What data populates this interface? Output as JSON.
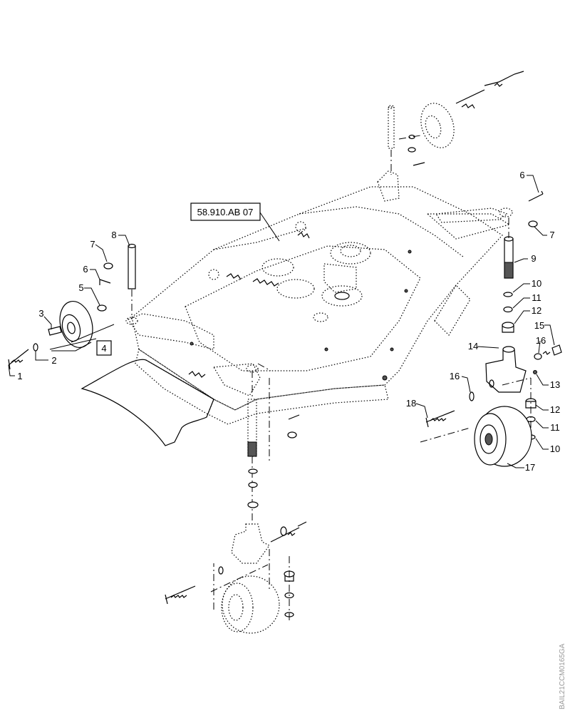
{
  "diagram": {
    "reference_label": "58.910.AB 07",
    "watermark": "BAIL21CCM0165GA",
    "callouts": [
      {
        "id": "c1",
        "label": "1"
      },
      {
        "id": "c2",
        "label": "2"
      },
      {
        "id": "c3",
        "label": "3"
      },
      {
        "id": "c4",
        "label": "4",
        "boxed": true
      },
      {
        "id": "c5",
        "label": "5"
      },
      {
        "id": "c6a",
        "label": "6"
      },
      {
        "id": "c7a",
        "label": "7"
      },
      {
        "id": "c8",
        "label": "8"
      },
      {
        "id": "c6b",
        "label": "6"
      },
      {
        "id": "c7b",
        "label": "7"
      },
      {
        "id": "c9",
        "label": "9"
      },
      {
        "id": "c10a",
        "label": "10"
      },
      {
        "id": "c11a",
        "label": "11"
      },
      {
        "id": "c12a",
        "label": "12"
      },
      {
        "id": "c14",
        "label": "14"
      },
      {
        "id": "c16a",
        "label": "16"
      },
      {
        "id": "c15",
        "label": "15"
      },
      {
        "id": "c13",
        "label": "13"
      },
      {
        "id": "c16b",
        "label": "16"
      },
      {
        "id": "c18",
        "label": "18"
      },
      {
        "id": "c12b",
        "label": "12"
      },
      {
        "id": "c11b",
        "label": "11"
      },
      {
        "id": "c10b",
        "label": "10"
      },
      {
        "id": "c17",
        "label": "17"
      }
    ]
  }
}
